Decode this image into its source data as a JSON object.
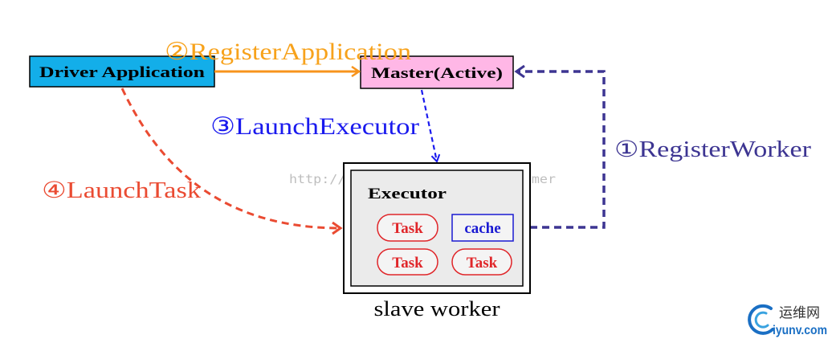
{
  "nodes": {
    "driver": {
      "label": "Driver Application",
      "fill": "#13aee9"
    },
    "master": {
      "label": "Master(Active)",
      "fill": "#ffb7e6"
    },
    "worker": {
      "label": "slave worker",
      "executor": {
        "label": "Executor",
        "fill": "#ebebeb",
        "items": [
          {
            "label": "Task",
            "color": "#e0262a"
          },
          {
            "label": "cache",
            "color": "#1a1ad2"
          },
          {
            "label": "Task",
            "color": "#e0262a"
          },
          {
            "label": "Task",
            "color": "#e0262a"
          }
        ]
      }
    }
  },
  "edges": [
    {
      "label": "①RegisterWorker",
      "color": "#3d3592"
    },
    {
      "label": "②RegisterApplication",
      "color": "#f7941d"
    },
    {
      "label": "③LaunchExecutor",
      "color": "#1a1aee"
    },
    {
      "label": "④LaunchTask",
      "color": "#ea4b32"
    }
  ],
  "watermark": "http://blog.csdn.net/stark_summer",
  "logo": {
    "name": "运维网",
    "domain": "iyunv.com",
    "color": "#1a6fc4"
  }
}
